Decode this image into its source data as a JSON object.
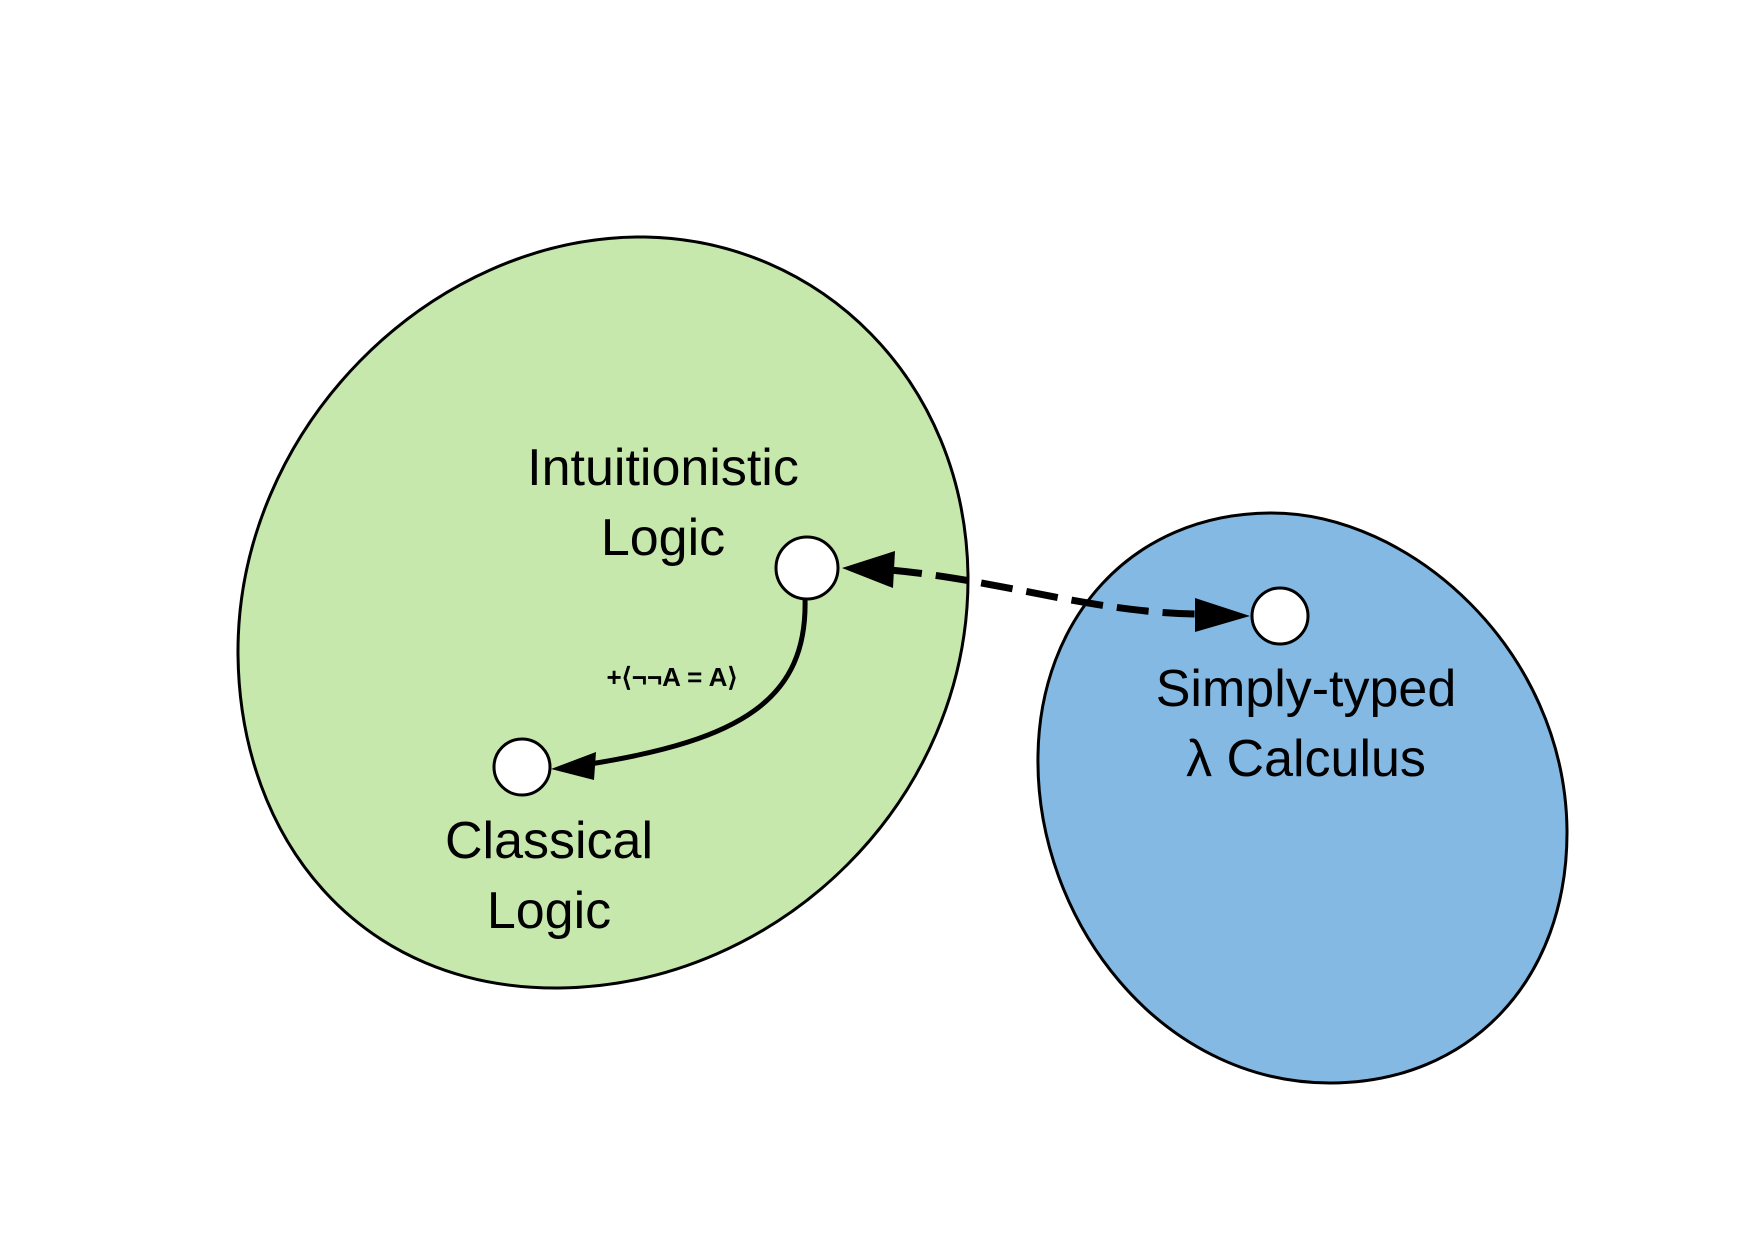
{
  "regions": {
    "logic": {
      "fill": "#c7e8ad",
      "stroke": "#000000"
    },
    "calculus": {
      "fill": "#84b9e3",
      "stroke": "#000000"
    }
  },
  "nodes": {
    "intuitionistic": {
      "line1": "Intuitionistic",
      "line2": "Logic"
    },
    "classical": {
      "line1": "Classical",
      "line2": "Logic"
    },
    "lambda": {
      "line1": "Simply-typed",
      "line2": "λ Calculus"
    }
  },
  "edges": {
    "extension_label": "+⟨¬¬A = A⟩"
  }
}
